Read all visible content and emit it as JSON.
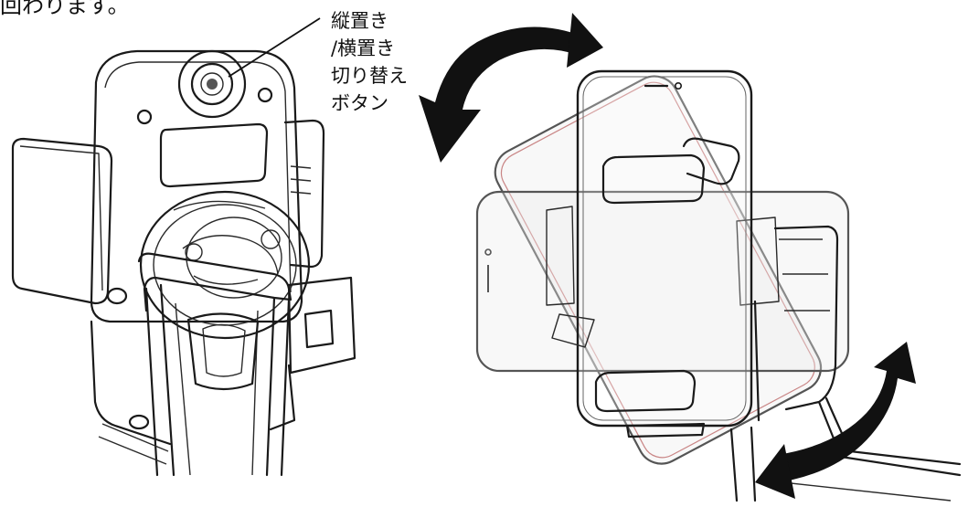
{
  "top_fragment": "回わります。",
  "button_label": {
    "lines": [
      "縦置き",
      "/横置き",
      "切り替え",
      "ボタン"
    ]
  },
  "arrows": {
    "top": "rotate-arrow-counterclockwise",
    "bottom": "rotate-arrow-clockwise"
  },
  "colors": {
    "line": "#1a1a1a",
    "arrow": "#111111",
    "phone_outline_accent": "#c98585"
  }
}
